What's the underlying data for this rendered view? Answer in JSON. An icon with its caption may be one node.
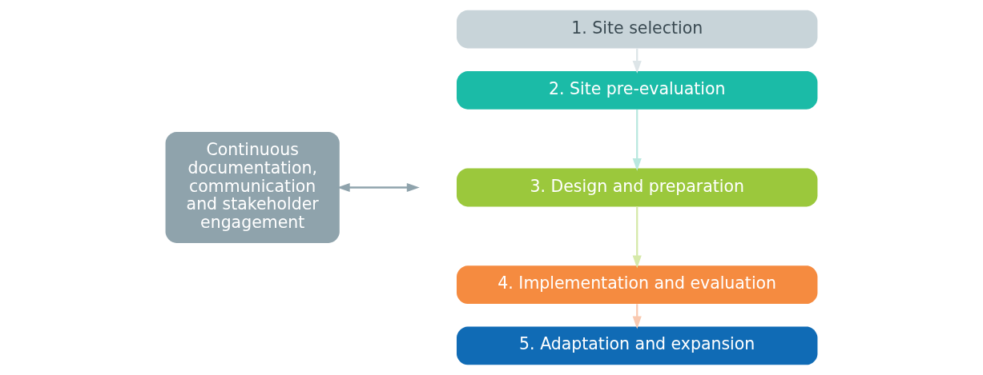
{
  "diagram": {
    "nodes": [
      {
        "text": [
          "Continuous documentation, communication and stakeholder engagement"
        ]
      },
      {
        "text": [
          "1. Site selection"
        ]
      },
      {
        "text": [
          "2. Site pre-evaluation"
        ]
      },
      {
        "text": [
          "3. Design and preparation"
        ]
      },
      {
        "text": [
          "4. Implementation and evaluation"
        ]
      },
      {
        "text": [
          "5. Adaptation and expansion"
        ]
      }
    ],
    "edges": [
      {
        "from": 0,
        "to": null,
        "arrow": "both",
        "color": "#8fa3ac"
      },
      {
        "from": 1,
        "to": 2,
        "arrow": "to",
        "color": "#dde5e8"
      },
      {
        "from": 2,
        "to": 3,
        "arrow": "to",
        "color": "#b9e8df"
      },
      {
        "from": 3,
        "to": 4,
        "arrow": "to",
        "color": "#d6e9a9"
      },
      {
        "from": 4,
        "to": 5,
        "arrow": "to",
        "color": "#f9c9b0"
      }
    ]
  }
}
